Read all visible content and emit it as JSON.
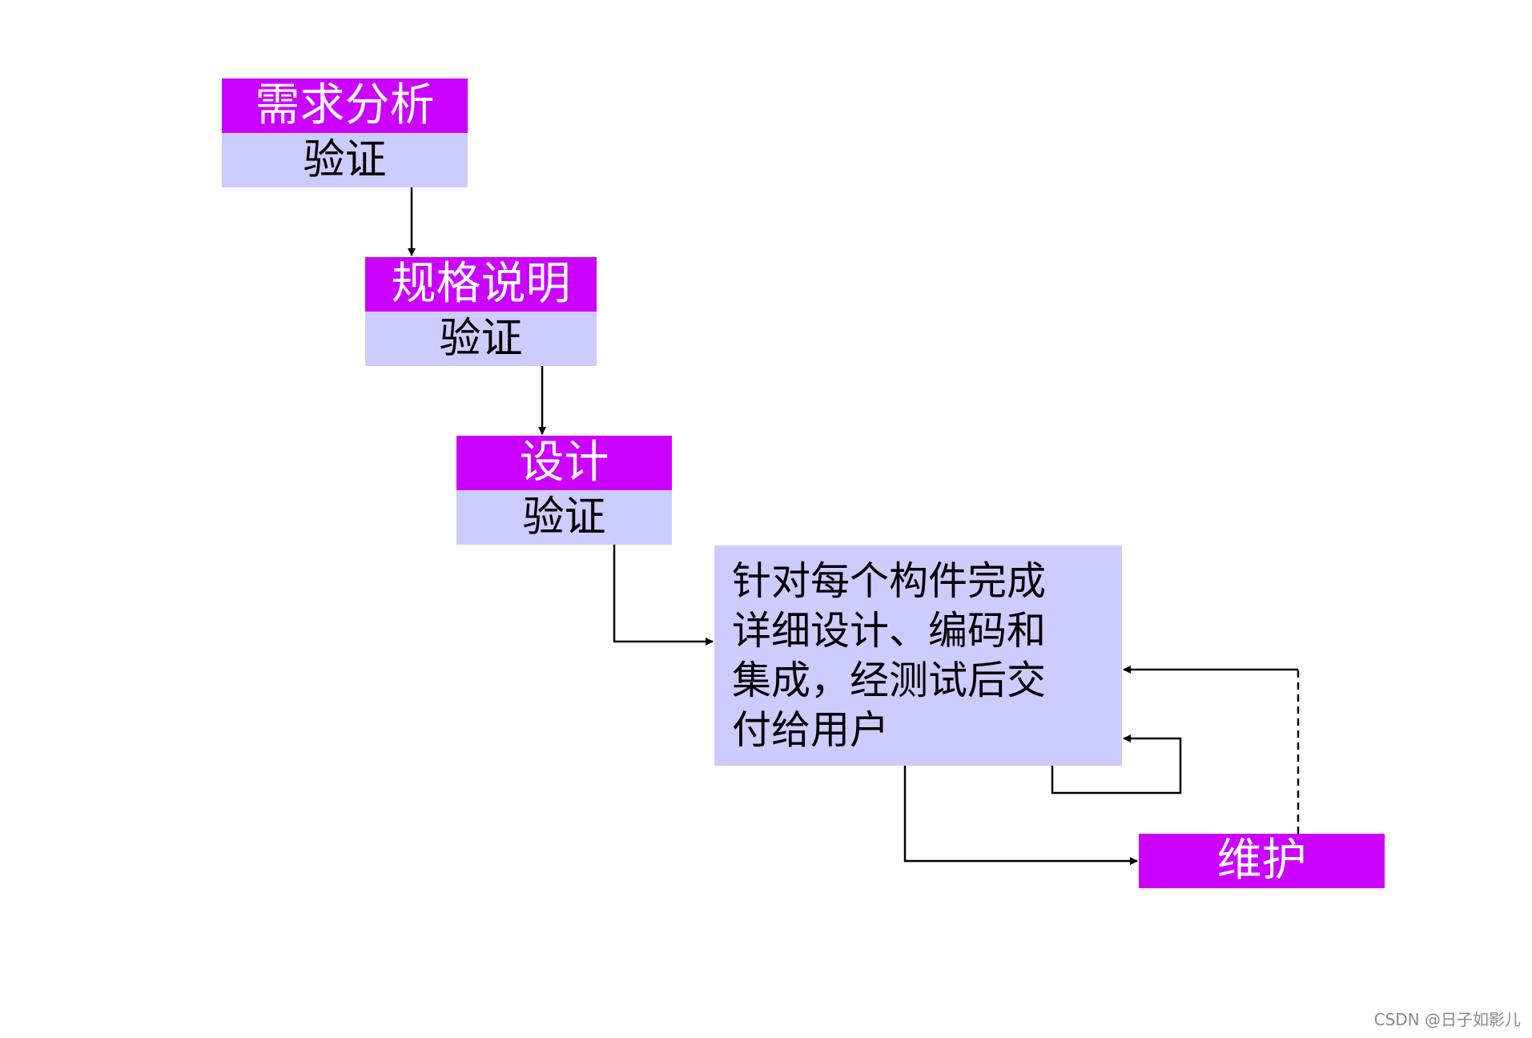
{
  "colors": {
    "header": "#cc00ff",
    "body": "#ccccff",
    "arrow": "#000000"
  },
  "stages": [
    {
      "title": "需求分析",
      "sub": "验证"
    },
    {
      "title": "规格说明",
      "sub": "验证"
    },
    {
      "title": "设计",
      "sub": "验证"
    }
  ],
  "implementation": {
    "lines": [
      "针对每个构件完成",
      "详细设计、编码和",
      "集成，经测试后交",
      "付给用户"
    ]
  },
  "maintenance": {
    "title": "维护"
  },
  "watermark": "CSDN @日子如影儿"
}
